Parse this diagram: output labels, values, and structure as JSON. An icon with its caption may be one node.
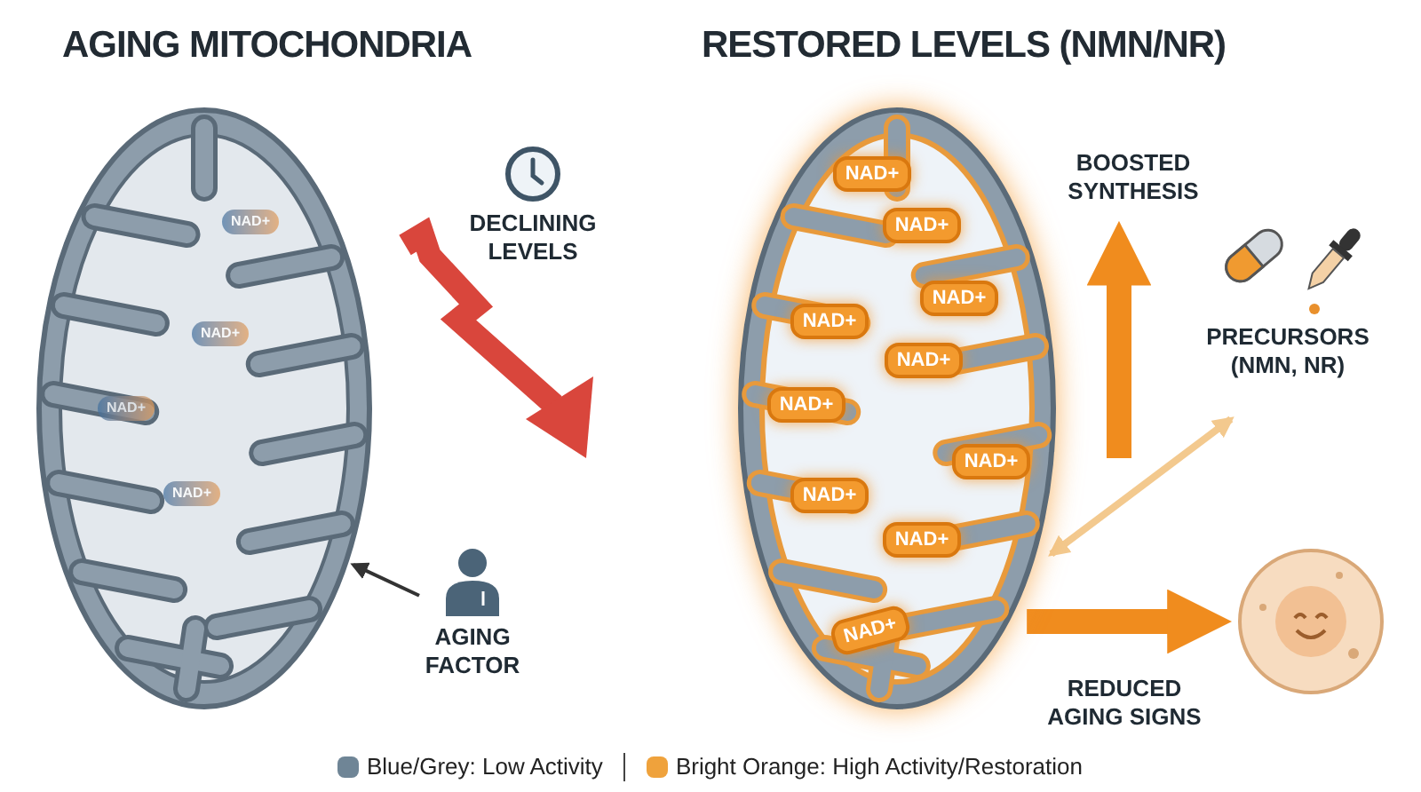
{
  "diagram": {
    "nodes": [
      {
        "text": [],
        "shape": "picture"
      },
      {
        "text": [
          "NAD+"
        ],
        "in": 0
      },
      {
        "text": [
          "NAD+"
        ],
        "in": 0
      },
      {
        "text": [
          "NAD+"
        ],
        "in": 0
      },
      {
        "text": [
          "NAD+"
        ],
        "in": 0
      },
      {
        "text": [
          "DECLINING LEVELS"
        ]
      },
      {
        "text": [
          "AGING FACTOR"
        ]
      },
      {
        "text": [],
        "shape": "picture"
      },
      {
        "text": [
          "NAD+"
        ],
        "in": 7
      },
      {
        "text": [
          "NAD+"
        ],
        "in": 7
      },
      {
        "text": [
          "NAD+"
        ],
        "in": 7
      },
      {
        "text": [
          "NAD+"
        ],
        "in": 7
      },
      {
        "text": [
          "NAD+"
        ],
        "in": 7
      },
      {
        "text": [
          "NAD+"
        ],
        "in": 7
      },
      {
        "text": [
          "NAD+"
        ],
        "in": 7
      },
      {
        "text": [
          "NAD+"
        ],
        "in": 7
      },
      {
        "text": [
          "NAD+"
        ],
        "in": 7
      },
      {
        "text": [
          "NAD+"
        ],
        "in": 7
      },
      {
        "text": [
          "BOOSTED SYNTHESIS"
        ]
      },
      {
        "text": [
          "PRECURSORS (NMN, NR)"
        ]
      },
      {
        "text": [],
        "shape": "circle"
      }
    ],
    "edges": [
      {
        "from": 6,
        "to": 0,
        "arrow": "to",
        "color": "#333333"
      },
      {
        "from": null,
        "to": 18,
        "arrow": "to",
        "style": "thick"
      },
      {
        "from": 19,
        "to": 7,
        "arrow": "both",
        "color": "#f3c98e"
      },
      {
        "from": 7,
        "to": 20,
        "arrow": "to",
        "style": "thick",
        "label": "REDUCED AGING SIGNS"
      }
    ],
    "labels": [
      "AGING MITOCHONDRIA",
      "RESTORED LEVELS (NMN/NR)"
    ],
    "legend": [
      {
        "text": "Blue/Grey: Low Activity",
        "color": "#6f8596"
      },
      {
        "text": "Bright Orange: High Activity/Restoration",
        "color": "#efa23c"
      }
    ]
  }
}
